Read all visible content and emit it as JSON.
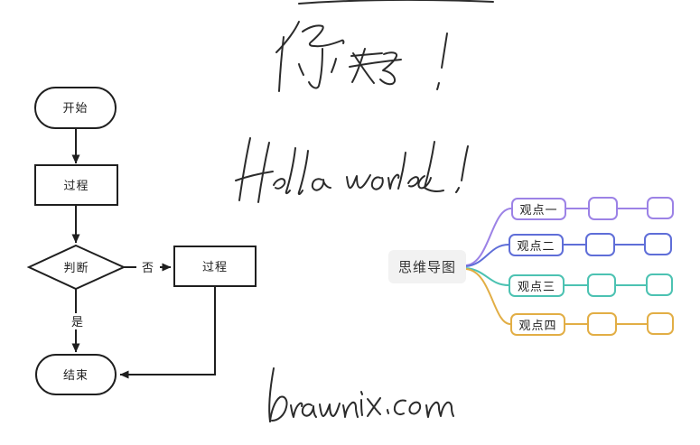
{
  "app": {
    "watermark": "Drawnix.com"
  },
  "flowchart": {
    "stroke_color": "#1f1f1f",
    "nodes": {
      "start": "开始",
      "process1": "过程",
      "decision": "判断",
      "process2": "过程",
      "end": "结束"
    },
    "edge_labels": {
      "no": "否",
      "yes": "是"
    }
  },
  "handwriting": {
    "ink_color": "#2b2b2b",
    "greeting_cn": "你好!",
    "greeting_en": "Hello world!",
    "watermark": "Drawnix.com"
  },
  "mindmap": {
    "root": "思维导图",
    "root_bg": "#f2f2f2",
    "branches": [
      {
        "label": "观点一",
        "color": "#9c82e6"
      },
      {
        "label": "观点二",
        "color": "#5f6ed8"
      },
      {
        "label": "观点三",
        "color": "#4cc2b2"
      },
      {
        "label": "观点四",
        "color": "#e2ae45"
      }
    ]
  }
}
